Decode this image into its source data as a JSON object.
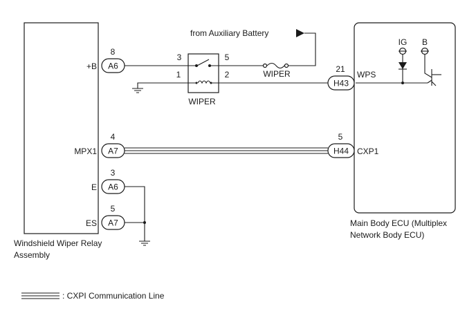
{
  "left_component": {
    "name_line1": "Windshield Wiper Relay",
    "name_line2": "Assembly",
    "pins": [
      {
        "terminal": "+B",
        "connector": "A6",
        "pin": "8"
      },
      {
        "terminal": "MPX1",
        "connector": "A7",
        "pin": "4"
      },
      {
        "terminal": "E",
        "connector": "A6",
        "pin": "3"
      },
      {
        "terminal": "ES",
        "connector": "A7",
        "pin": "5"
      }
    ]
  },
  "right_component": {
    "name_line1": "Main Body ECU (Multiplex",
    "name_line2": "Network Body ECU)",
    "pins": [
      {
        "terminal": "WPS",
        "connector": "H43",
        "pin": "21"
      },
      {
        "terminal": "CXP1",
        "connector": "H44",
        "pin": "5"
      }
    ],
    "power_labels": {
      "ig": "IG",
      "b": "B"
    }
  },
  "relay": {
    "label": "WIPER",
    "pins": {
      "switch_in": "3",
      "switch_out": "5",
      "coil_in": "1",
      "coil_out": "2"
    }
  },
  "fuse": {
    "label": "WIPER"
  },
  "supply": {
    "label": "from Auxiliary Battery"
  },
  "legend": {
    "text": ": CXPI Communication Line"
  }
}
